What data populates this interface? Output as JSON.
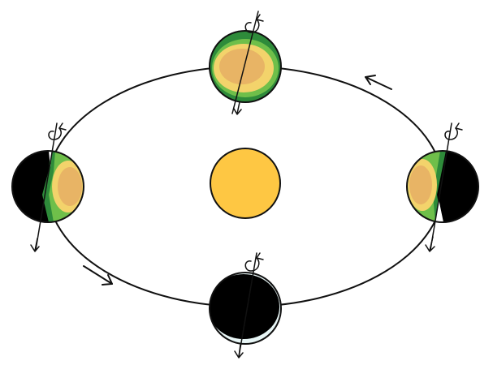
{
  "colors": {
    "background": "#ffffff",
    "sun": "#fec743",
    "ink": "#111111",
    "night": "#000000",
    "land_green": "#2e8b3a",
    "land_light_green": "#6fbf4a",
    "desert_yellow": "#f3d36b",
    "desert_orange": "#e8b465",
    "ice": "#e8f6f6"
  },
  "icons": {
    "sun": "sun-icon",
    "earth": "earth-globe-icon",
    "rotation": "rotation-arrow-icon",
    "axis": "axis-arrow-icon",
    "orbit_direction": "orbit-direction-arrow-icon"
  },
  "earth_positions": [
    {
      "name": "top",
      "daylight_fraction": 1.0
    },
    {
      "name": "right",
      "daylight_fraction": 0.45
    },
    {
      "name": "bottom",
      "daylight_fraction": 0.0
    },
    {
      "name": "left",
      "daylight_fraction": 0.45
    }
  ]
}
